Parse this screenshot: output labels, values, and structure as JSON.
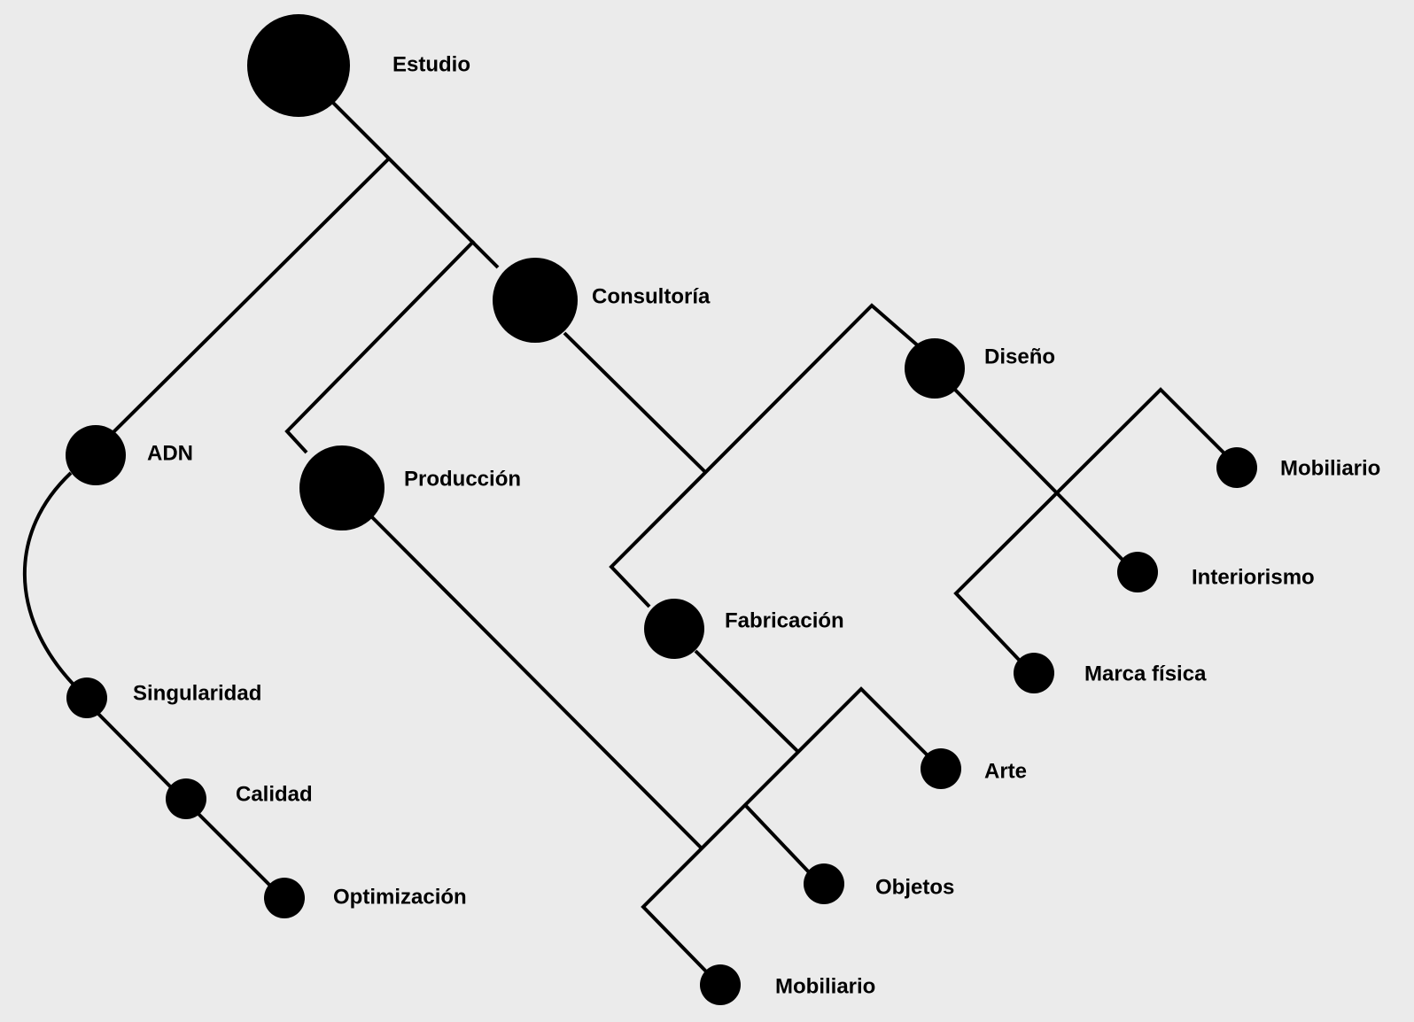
{
  "diagram": {
    "colors": {
      "background": "#ebebeb",
      "ink": "#000000"
    },
    "nodes": {
      "estudio": "Estudio",
      "consultoria": "Consultoría",
      "produccion": "Producción",
      "adn": "ADN",
      "singularidad": "Singularidad",
      "calidad": "Calidad",
      "optimizacion": "Optimización",
      "diseno": "Diseño",
      "fabricacion": "Fabricación",
      "mobiliario_diseno": "Mobiliario",
      "interiorismo": "Interiorismo",
      "marca_fisica": "Marca física",
      "arte": "Arte",
      "objetos": "Objetos",
      "mobiliario_fabricacion": "Mobiliario"
    }
  }
}
